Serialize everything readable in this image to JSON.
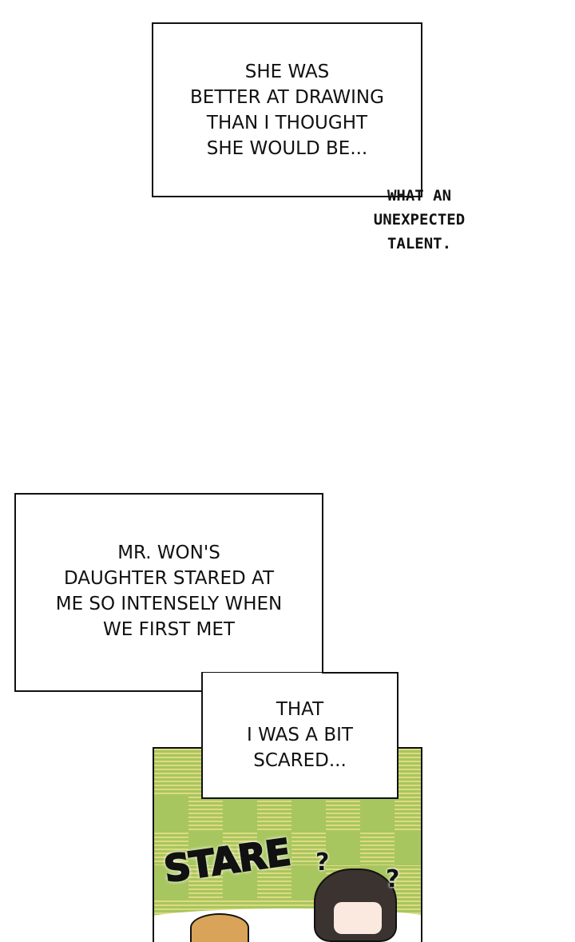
{
  "captions": {
    "box1": [
      "SHE WAS",
      "BETTER AT DRAWING",
      "THAN I THOUGHT",
      "SHE WOULD BE..."
    ],
    "aside": [
      "WHAT AN",
      "UNEXPECTED",
      "TALENT."
    ],
    "box2": [
      "MR. WON'S",
      "DAUGHTER STARED AT",
      "ME SO INTENSELY WHEN",
      "WE FIRST MET"
    ],
    "box3": [
      "THAT",
      "I WAS A BIT",
      "SCARED..."
    ]
  },
  "panel": {
    "sfx": "STARE",
    "question_marks": [
      "?",
      "?"
    ]
  }
}
